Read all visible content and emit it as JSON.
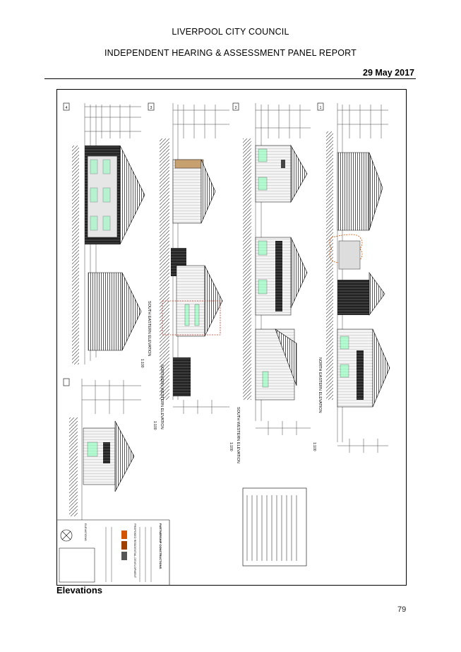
{
  "header": {
    "council": "LIVERPOOL CITY COUNCIL",
    "report_title": "INDEPENDENT HEARING & ASSESSMENT PANEL REPORT",
    "date": "29 May 2017"
  },
  "drawing": {
    "elevation_labels": [
      "SOUTH EASTERN ELEVATION",
      "NORTHERN WESTERN ELEVATION",
      "SOUTH WESTERN ELEVATION",
      "NORTH EASTERN ELEVATION"
    ],
    "scale": "1:100",
    "panel_numbers": [
      "4",
      "3",
      "2",
      "1"
    ],
    "title_block": {
      "company": "PARTNERSHIP CONSTRUCTIONS",
      "project": "PROPOSED RESIDENTIAL DEVELOPMENT",
      "sheet": "ELEVATIONS"
    }
  },
  "caption": "Elevations",
  "page_number": "79"
}
